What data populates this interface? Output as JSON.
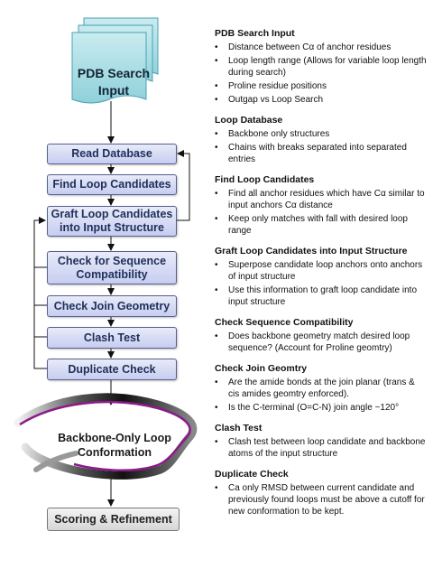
{
  "flowchart": {
    "input_doc": "PDB Search\nInput",
    "steps": [
      "Read Database",
      "Find Loop Candidates",
      "Graft Loop Candidates into Input Structure",
      "Check for Sequence Compatibility",
      "Check Join Geometry",
      "Clash Test",
      "Duplicate Check"
    ],
    "backbone_label": "Backbone-Only Loop\nConformation",
    "final_step": "Scoring & Refinement"
  },
  "sections": [
    {
      "title": "PDB Search Input",
      "bullets": [
        "Distance between Cα of anchor residues",
        "Loop length range (Allows for variable loop length during search)",
        "Proline residue positions",
        "Outgap vs Loop Search"
      ]
    },
    {
      "title": "Loop Database",
      "bullets": [
        "Backbone only structures",
        "Chains with breaks separated into separated entries"
      ]
    },
    {
      "title": "Find Loop Candidates",
      "bullets": [
        "Find all anchor residues which have Cα similar to input anchors Cα distance",
        "Keep only matches with fall with desired loop range"
      ]
    },
    {
      "title": "Graft Loop Candidates into Input Structure",
      "bullets": [
        "Superpose candidate loop anchors onto anchors of input structure",
        "Use this information to graft loop candidate into input structure"
      ]
    },
    {
      "title": "Check Sequence Compatibility",
      "bullets": [
        "Does backbone geometry match desired loop sequence? (Account for Proline geomtry)"
      ]
    },
    {
      "title": "Check Join Geomtry",
      "bullets": [
        "Are the  amide bonds at the join planar (trans & cis amides geomtry enforced).",
        "Is the C-terminal (O=C-N) join angle ~120°"
      ]
    },
    {
      "title": "Clash Test",
      "bullets": [
        "Clash test between loop candidate and backbone atoms of the input structure"
      ]
    },
    {
      "title": "Duplicate Check",
      "bullets": [
        "Ca only RMSD between current candidate and previously found loops must be above a cutoff for new conformation to be kept."
      ]
    }
  ],
  "colors": {
    "box_fill": "#c7cdf0",
    "box_border": "#55608f",
    "document_fill": "#a7dbe3",
    "loop_magenta": "#8b1a8b",
    "final_box_fill": "#d6d6d6"
  }
}
